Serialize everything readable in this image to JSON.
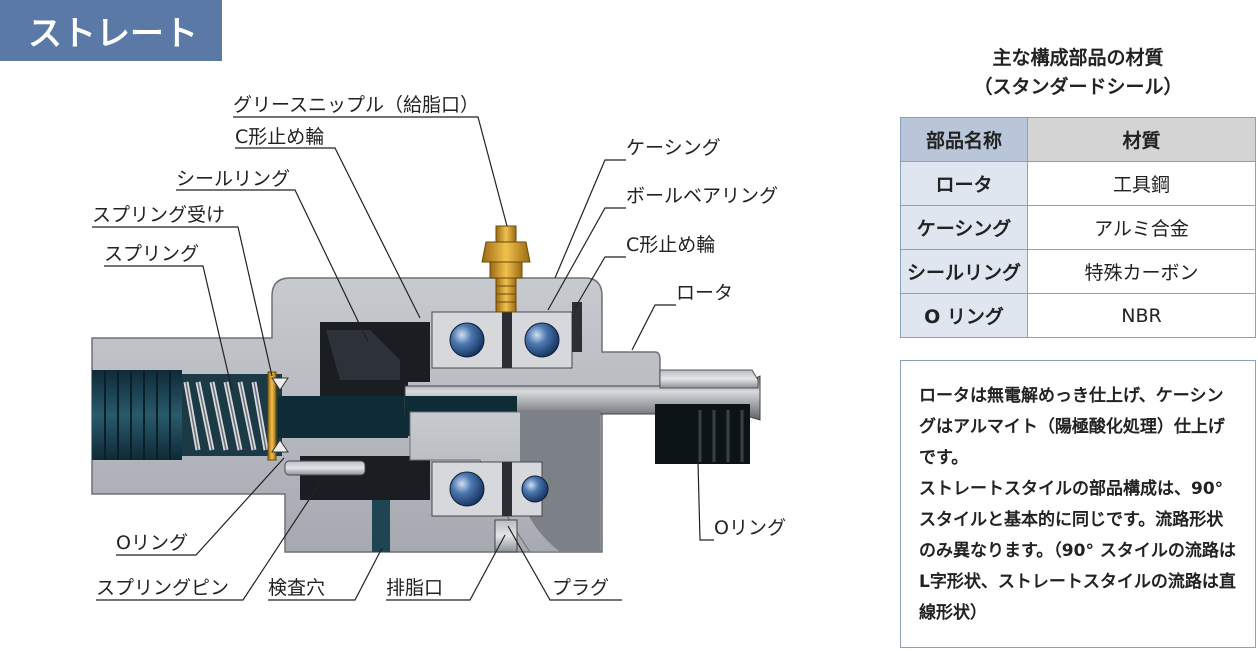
{
  "title": "ストレート",
  "callouts": {
    "grease_nipple": "グリースニップル（給脂口）",
    "c_ring_1": "C形止め輪",
    "seal_ring": "シールリング",
    "spring_seat": "スプリング受け",
    "spring": "スプリング",
    "casing": "ケーシング",
    "ball_bearing": "ボールベアリング",
    "c_ring_2": "C形止め輪",
    "rotor": "ロータ",
    "o_ring_left": "Oリング",
    "spring_pin": "スプリングピン",
    "inspection_hole": "検査穴",
    "drain_port": "排脂口",
    "plug": "プラグ",
    "o_ring_right": "Oリング"
  },
  "materials": {
    "title_line1": "主な構成部品の材質",
    "title_line2": "（スタンダードシール）",
    "header_name": "部品名称",
    "header_material": "材質",
    "rows": [
      {
        "name": "ロータ",
        "material": "工具鋼"
      },
      {
        "name": "ケーシング",
        "material": "アルミ合金"
      },
      {
        "name": "シールリング",
        "material": "特殊カーボン"
      },
      {
        "name": "O リング",
        "material": "NBR"
      }
    ]
  },
  "note": {
    "p1": "ロータは無電解めっき仕上げ、ケーシングはアルマイト（陽極酸化処理）仕上げです。",
    "p2": "ストレートスタイルの部品構成は、90°スタイルと基本的に同じです。流路形状のみ異なります。（90° スタイルの流路はL字形状、ストレートスタイルの流路は直線形状）"
  },
  "colors": {
    "title_bg": "#5a79a6",
    "table_border": "#8aa0bd",
    "header_name_bg": "#b9c6d9",
    "row_name_bg": "#dfe6f0",
    "header_material_bg": "#d4d4d4"
  }
}
